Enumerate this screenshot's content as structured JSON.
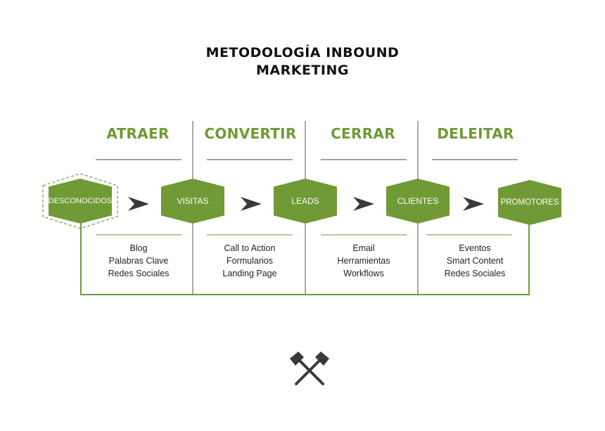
{
  "title_lines": [
    "METODOLOGÍA INBOUND",
    "MARKETING"
  ],
  "stages": [
    "ATRAER",
    "CONVERTIR",
    "CERRAR",
    "DELEITAR"
  ],
  "nodes": [
    "DESCONOCIDOS",
    "VISITAS",
    "LEADS",
    "CLIENTES",
    "PROMOTORES"
  ],
  "tactics": [
    [
      "Blog",
      "Palabras Clave",
      "Redes Sociales"
    ],
    [
      "Call to Action",
      "Formularios",
      "Landing Page"
    ],
    [
      "Email",
      "Herramientas",
      "Workflows"
    ],
    [
      "Eventos",
      "Smart Content",
      "Redes Sociales"
    ]
  ],
  "icons": [
    "arrow-right-icon",
    "crossed-axes-icon"
  ],
  "colors": {
    "green": "#6f9a35",
    "dark": "#3a3a3a",
    "divider": "#555555"
  }
}
